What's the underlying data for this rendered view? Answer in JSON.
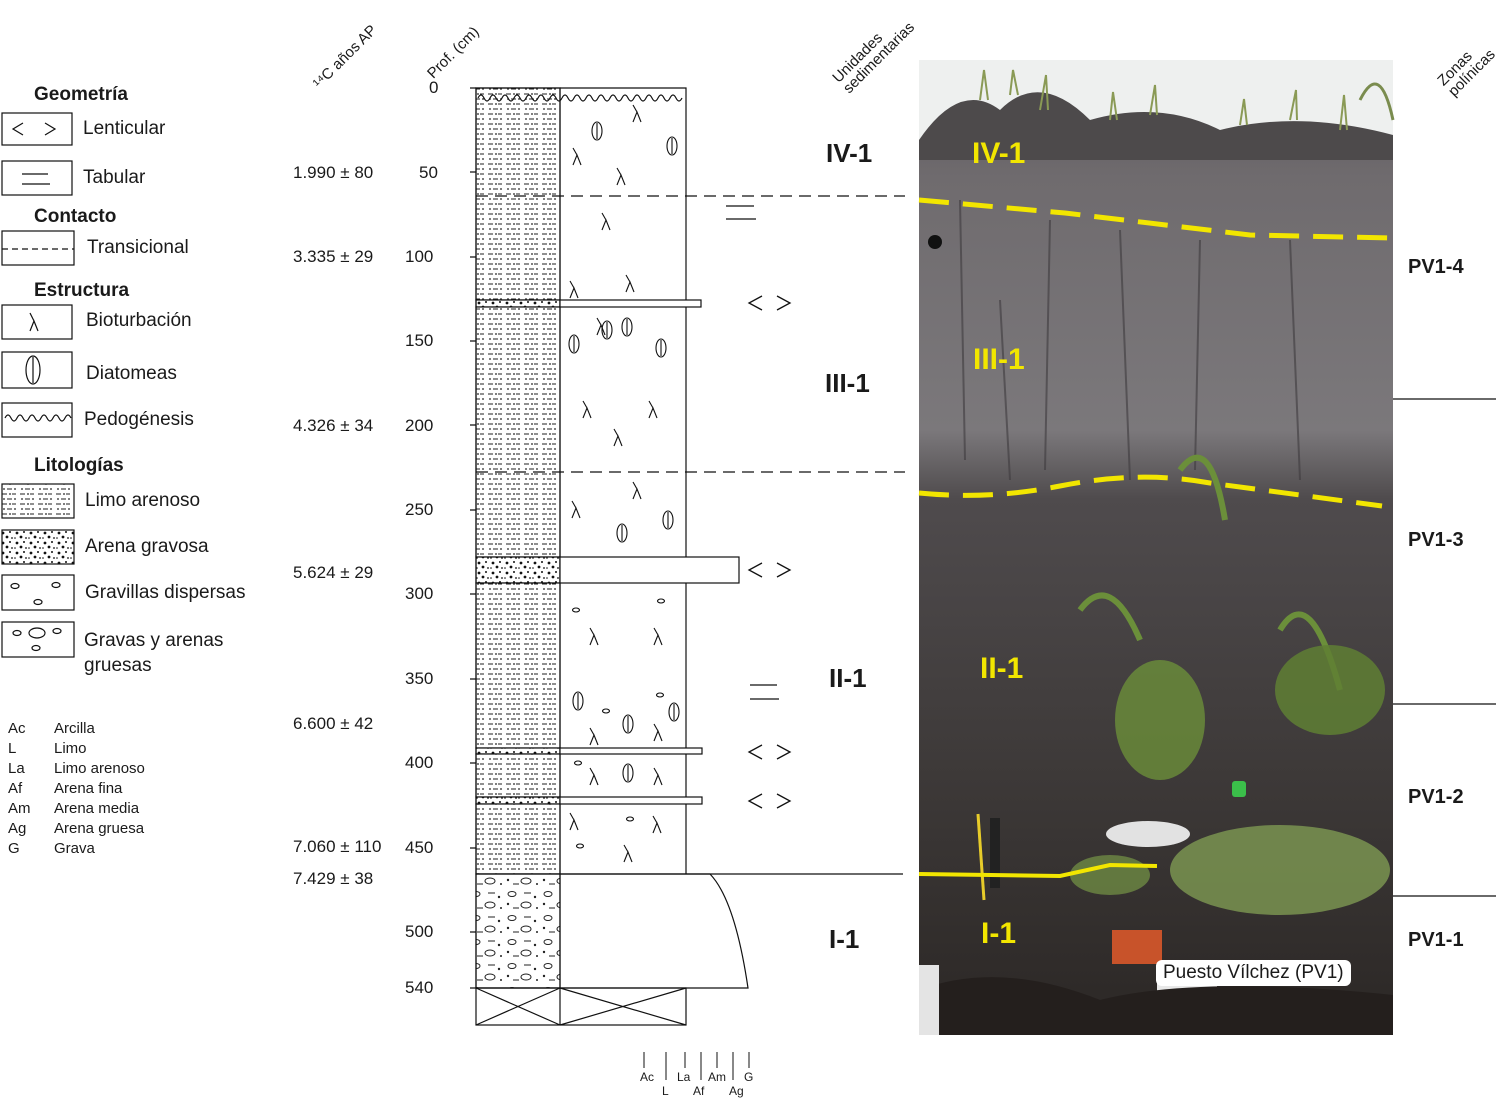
{
  "headers": {
    "age": "¹⁴C años AP",
    "depth": "Prof. (cm)",
    "units": "Unidades sedimentarias",
    "zones": "Zonas polínicas"
  },
  "legend": {
    "geometry_title": "Geometría",
    "lenticular": "Lenticular",
    "tabular": "Tabular",
    "contact_title": "Contacto",
    "transitional": "Transicional",
    "structure_title": "Estructura",
    "bioturbation": "Bioturbación",
    "diatoms": "Diatomeas",
    "pedogenesis": "Pedogénesis",
    "lithology_title": "Litologías",
    "sandy_silt": "Limo arenoso",
    "gravelly_sand": "Arena gravosa",
    "dispersed_gravel": "Gravillas dispersas",
    "gravel_coarse_1": "Gravas y arenas",
    "gravel_coarse_2": "gruesas"
  },
  "abbreviations": [
    {
      "code": "Ac",
      "name": "Arcilla"
    },
    {
      "code": "L",
      "name": "Limo"
    },
    {
      "code": "La",
      "name": "Limo arenoso"
    },
    {
      "code": "Af",
      "name": "Arena fina"
    },
    {
      "code": "Am",
      "name": "Arena media"
    },
    {
      "code": "Ag",
      "name": "Arena gruesa"
    },
    {
      "code": "G",
      "name": "Grava"
    }
  ],
  "ages": [
    {
      "depth_cm": 50,
      "label": "1.990 ± 80"
    },
    {
      "depth_cm": 100,
      "label": "3.335 ± 29"
    },
    {
      "depth_cm": 200,
      "label": "4.326 ± 34"
    },
    {
      "depth_cm": 287,
      "label": "5.624 ± 29"
    },
    {
      "depth_cm": 377,
      "label": "6.600 ± 42"
    },
    {
      "depth_cm": 446,
      "label": "7.060 ± 110"
    },
    {
      "depth_cm": 464,
      "label": "7.429 ± 38"
    }
  ],
  "depth_ticks": [
    "0",
    "50",
    "100",
    "150",
    "200",
    "250",
    "300",
    "350",
    "400",
    "450",
    "500",
    "540"
  ],
  "units": [
    {
      "label": "IV-1",
      "depth_cm": 38
    },
    {
      "label": "III-1",
      "depth_cm": 175
    },
    {
      "label": "II-1",
      "depth_cm": 350
    },
    {
      "label": "I-1",
      "depth_cm": 503
    }
  ],
  "zones": [
    {
      "label": "PV1-4",
      "depth_cm": 105
    },
    {
      "label": "PV1-3",
      "depth_cm": 270
    },
    {
      "label": "PV1-2",
      "depth_cm": 420
    },
    {
      "label": "PV1-1",
      "depth_cm": 503
    }
  ],
  "grain_sizes_top": [
    "Ac",
    "La",
    "Am",
    "G"
  ],
  "grain_sizes_bottom": [
    "L",
    "Af",
    "Ag"
  ],
  "photo": {
    "label_iv": "IV-1",
    "label_iii": "III-1",
    "label_ii": "II-1",
    "label_i": "I-1",
    "caption": "Puesto Vílchez (PV1)"
  },
  "colors": {
    "boundary_yellow": "#f2e600",
    "outcrop": "#6e6a6c",
    "vegetation": "#6b8f3a"
  }
}
